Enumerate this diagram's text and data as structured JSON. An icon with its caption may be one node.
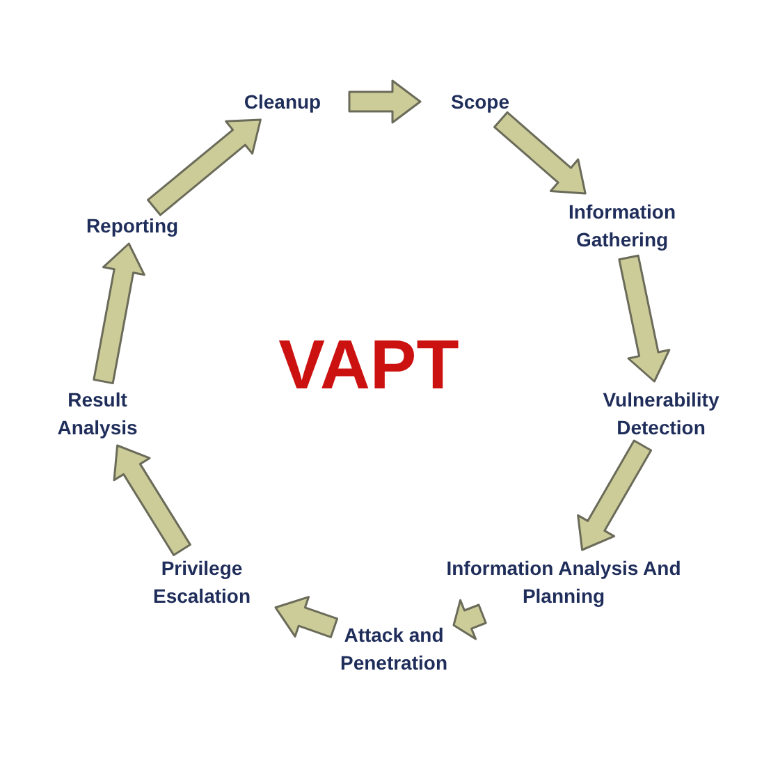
{
  "diagram": {
    "title": "VAPT",
    "nodes": [
      {
        "text": [
          "Scope"
        ]
      },
      {
        "text": [
          "Information Gathering"
        ]
      },
      {
        "text": [
          "Vulnerability Detection"
        ]
      },
      {
        "text": [
          "Information Analysis And Planning"
        ]
      },
      {
        "text": [
          "Attack and Penetration"
        ]
      },
      {
        "text": [
          "Privilege Escalation"
        ]
      },
      {
        "text": [
          "Result Analysis"
        ]
      },
      {
        "text": [
          "Reporting"
        ]
      },
      {
        "text": [
          "Cleanup"
        ]
      }
    ],
    "edges": [
      {
        "from": 0,
        "to": 1,
        "arrow": "to"
      },
      {
        "from": 1,
        "to": 2,
        "arrow": "to"
      },
      {
        "from": 2,
        "to": 3,
        "arrow": "to"
      },
      {
        "from": 3,
        "to": 4,
        "arrow": "to"
      },
      {
        "from": 4,
        "to": 5,
        "arrow": "to"
      },
      {
        "from": 5,
        "to": 6,
        "arrow": "to"
      },
      {
        "from": 6,
        "to": 7,
        "arrow": "to"
      },
      {
        "from": 7,
        "to": 8,
        "arrow": "to"
      },
      {
        "from": 8,
        "to": 0,
        "arrow": "to"
      }
    ]
  }
}
